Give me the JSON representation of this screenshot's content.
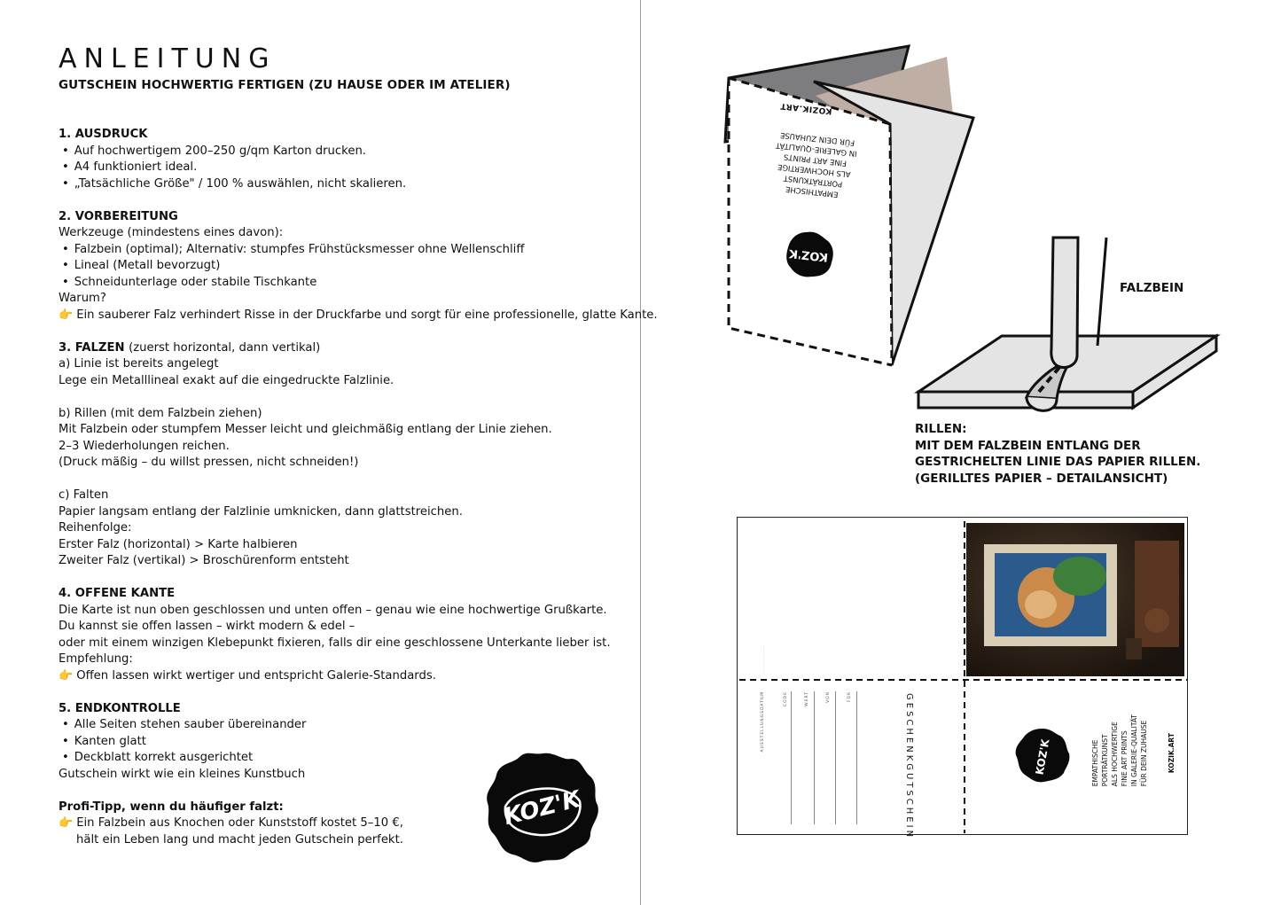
{
  "page": {
    "title": "ANLEITUNG",
    "subtitle": "GUTSCHEIN HOCHWERTIG FERTIGEN (ZU HAUSE ODER IM ATELIER)"
  },
  "sections": {
    "s1": {
      "heading": "1. AUSDRUCK",
      "bullets": [
        "Auf hochwertigem 200–250 g/qm Karton drucken.",
        "A4 funktioniert ideal.",
        "„Tatsächliche Größe\" / 100 % auswählen, nicht skalieren."
      ]
    },
    "s2": {
      "heading": "2. VORBEREITUNG",
      "intro": "Werkzeuge (mindestens eines davon):",
      "bullets": [
        "Falzbein (optimal); Alternativ: stumpfes Frühstücksmesser ohne Wellenschliff",
        "Lineal (Metall bevorzugt)",
        "Schneidunterlage oder stabile Tischkante"
      ],
      "why": "Warum?",
      "tip": "Ein sauberer Falz verhindert Risse in der Druckfarbe und sorgt für eine professionelle, glatte Kante."
    },
    "s3": {
      "heading": "3. FALZEN",
      "heading_note": "(zuerst horizontal, dann vertikal)",
      "a_title": "a) Linie ist bereits angelegt",
      "a_text": "Lege ein Metalllineal exakt auf die eingedruckte Falzlinie.",
      "b_title": "b) Rillen (mit dem Falzbein ziehen)",
      "b_lines": [
        "Mit Falzbein oder stumpfem Messer leicht und gleichmäßig entlang der Linie ziehen.",
        "2–3 Wiederholungen reichen.",
        "(Druck mäßig – du willst pressen, nicht schneiden!)"
      ],
      "c_title": "c) Falten",
      "c_lines": [
        "Papier langsam entlang der Falzlinie umknicken, dann glattstreichen.",
        "Reihenfolge:",
        "Erster Falz (horizontal) > Karte halbieren",
        "Zweiter Falz (vertikal) > Broschürenform entsteht"
      ]
    },
    "s4": {
      "heading": "4. OFFENE KANTE",
      "lines": [
        "Die Karte ist nun oben geschlossen und unten offen – genau wie eine hochwertige Grußkarte.",
        "Du kannst sie offen lassen – wirkt modern & edel –",
        "oder mit einem winzigen Klebepunkt fixieren, falls dir eine geschlossene Unterkante lieber ist.",
        "Empfehlung:"
      ],
      "tip": "Offen lassen wirkt wertiger und entspricht Galerie-Standards."
    },
    "s5": {
      "heading": "5. ENDKONTROLLE",
      "bullets": [
        "Alle Seiten stehen sauber übereinander",
        "Kanten glatt",
        "Deckblatt korrekt ausgerichtet"
      ],
      "outro": "Gutschein wirkt wie ein kleines Kunstbuch"
    },
    "pro": {
      "heading": "Profi-Tipp, wenn du häufiger falzt:",
      "line1": "Ein Falzbein aus Knochen oder Kunststoff kostet 5–10 €,",
      "line2": "hält ein Leben lang und macht jeden Gutschein perfekt."
    }
  },
  "logo": {
    "text": "KOZ'K",
    "color": "#0a0a0a"
  },
  "icons": {
    "tip": "pointing-hand-icon"
  },
  "illustration": {
    "falzbein_label": "FALZBEIN",
    "rillen_lines": [
      "RILLEN:",
      "MIT DEM FALZBEIN ENTLANG DER",
      "GESTRICHELTEN LINIE DAS PAPIER RILLEN.",
      "(GERILLTES PAPIER – DETAILANSICHT)"
    ],
    "brochure_brand": "KOZIK.ART",
    "brochure_lines": [
      "EMPATHISCHE",
      "PORTRÄTKUNST",
      "ALS HOCHWERTIGE",
      "FINE ART PRINTS",
      "IN GALERIE-QUALITÄT",
      "FÜR DEIN ZUHAUSE"
    ]
  },
  "voucher": {
    "title": "GESCHENKGUTSCHEIN",
    "fields": [
      "FÜR",
      "VON",
      "WERT",
      "CODE",
      "AUSSTELLUNGSDATUM"
    ],
    "back_lines": [
      "EMPATHISCHE",
      "PORTRÄTKUNST",
      "ALS HOCHWERTIGE",
      "FINE ART PRINTS",
      "IN GALERIE-QUALITÄT",
      "FÜR DEIN ZUHAUSE"
    ],
    "brand": "KOZIK.ART"
  },
  "colors": {
    "panel_grey": "#7d7d7f",
    "panel_beige": "#bfaea3",
    "paper_light": "#e4e4e4",
    "tip_hand": "#e9a21a"
  }
}
